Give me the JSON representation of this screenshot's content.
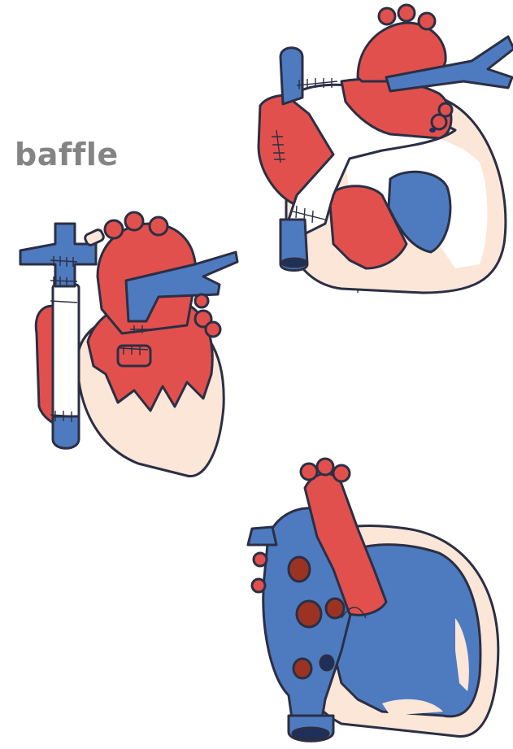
{
  "diagram": {
    "label_text": "baffle",
    "colors": {
      "outline": "#2b2f44",
      "red": "#e2504d",
      "blue": "#4e7bc0",
      "cream": "#fbe6d8",
      "white": "#ffffff",
      "dark_red": "#9c3322",
      "dark_blue": "#1d2f5a",
      "label": "#848484"
    },
    "hearts": [
      {
        "name": "heart-with-baffle",
        "description": ""
      },
      {
        "name": "heart-with-tube-graft",
        "description": ""
      },
      {
        "name": "heart-blue-dominant",
        "description": ""
      }
    ]
  }
}
